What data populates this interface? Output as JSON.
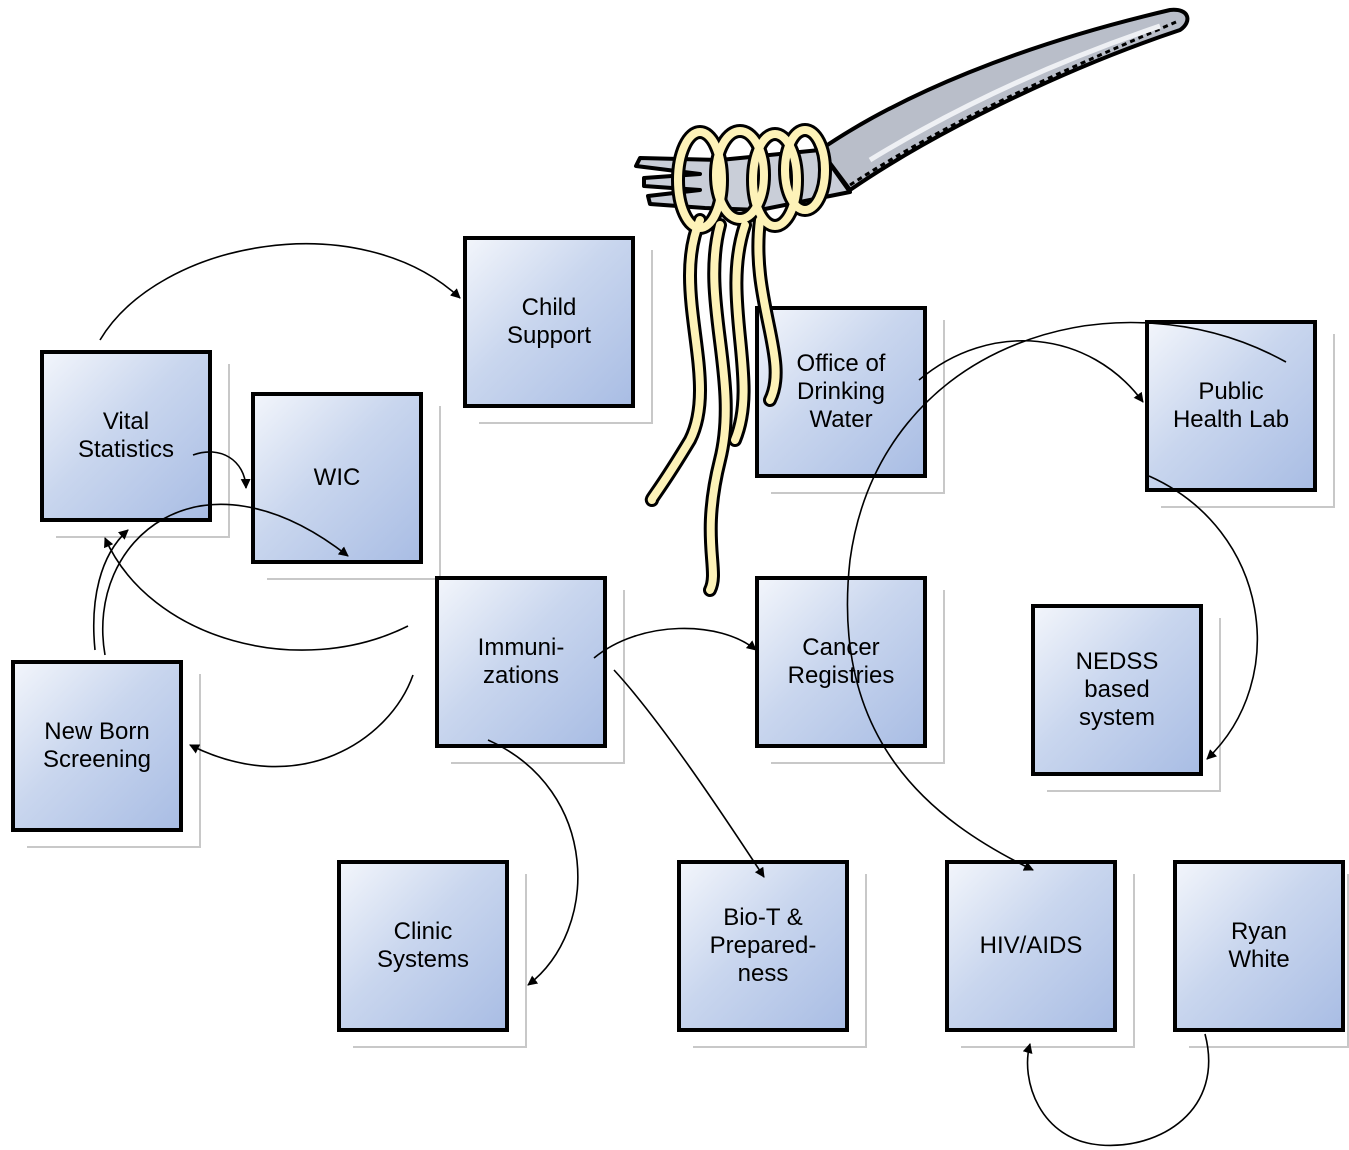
{
  "diagram": {
    "nodes": {
      "vital_statistics": "Vital\nStatistics",
      "wic": "WIC",
      "child_support": "Child\nSupport",
      "office_drinking_water": "Office of\nDrinking\nWater",
      "public_health_lab": "Public\nHealth Lab",
      "immunizations": "Immuni-\nzations",
      "cancer_registries": "Cancer\nRegistries",
      "nedss": "NEDSS\nbased\nsystem",
      "new_born_screening": "New Born\nScreening",
      "clinic_systems": "Clinic\nSystems",
      "bio_t": "Bio-T &\nPrepared-\nness",
      "hiv_aids": "HIV/AIDS",
      "ryan_white": "Ryan\nWhite"
    },
    "icon": "fork-with-spaghetti-icon",
    "colors": {
      "box_fill_light": "#f2f5fb",
      "box_fill_dark": "#a9bde4",
      "border": "#000000",
      "noodle": "#fdf2b8",
      "fork": "#b9bec9"
    }
  }
}
